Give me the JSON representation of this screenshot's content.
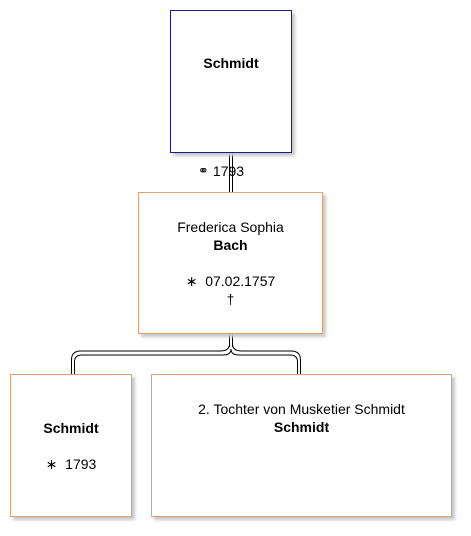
{
  "father": {
    "surname": "Schmidt"
  },
  "marriage": {
    "symbol": "⚭",
    "year": "1793"
  },
  "mother": {
    "given_names": "Frederica Sophia",
    "surname": "Bach",
    "birth_symbol": "∗",
    "birth_date": "07.02.1757",
    "death_symbol": "†"
  },
  "children": [
    {
      "surname": "Schmidt",
      "birth_symbol": "∗",
      "birth_year": "1793"
    },
    {
      "given_names": "2. Tochter von Musketier Schmidt",
      "surname": "Schmidt"
    }
  ],
  "colors": {
    "male_border": "#1a1a8c",
    "female_border": "#d9a27a",
    "connector": "#000000"
  }
}
